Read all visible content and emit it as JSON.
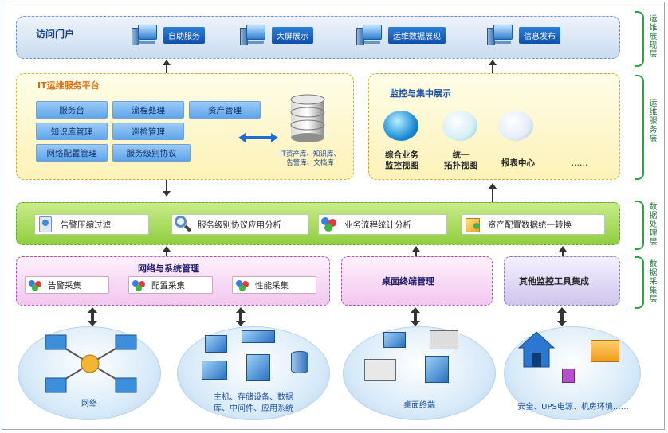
{
  "portal": {
    "title": "访问门户",
    "items": [
      "自助服务",
      "大屏展示",
      "运维数据展现",
      "信息发布"
    ]
  },
  "itsm": {
    "title": "IT运维服务平台",
    "modules": [
      "服务台",
      "流程处理",
      "资产管理",
      "知识库管理",
      "巡检管理",
      "网络配置管理",
      "服务级别协议"
    ],
    "db_caption_line1": "IT资产库、知识库、",
    "db_caption_line2": "告警库、文档库"
  },
  "monitor": {
    "title": "监控与集中展示",
    "items": [
      {
        "line1": "综合业务",
        "line2": "监控视图"
      },
      {
        "line1": "统一",
        "line2": "拓扑视图"
      },
      {
        "line1": "报表中心",
        "line2": ""
      }
    ],
    "more": "……"
  },
  "processing": {
    "items": [
      "告警压缩过滤",
      "服务级别协议应用分析",
      "业务流程统计分析",
      "资产配置数据统一转换"
    ]
  },
  "collection": {
    "network_title": "网络与系统管理",
    "network_items": [
      "告警采集",
      "配置采集",
      "性能采集"
    ],
    "desktop_title": "桌面终端管理",
    "other_title": "其他监控工具集成"
  },
  "resources": {
    "network": "网络",
    "hosts_line1": "主机、存储设备、数据",
    "hosts_line2": "库、中间件、应用系统",
    "desktop": "桌面终端",
    "infra": "安全、UPS电源、机房环境……"
  },
  "layers": [
    "运维展现层",
    "运维服务层",
    "数据处理层",
    "数据采集层"
  ],
  "colors": {
    "portal_bg": "#c9dcef",
    "platform_bg": "#fdf2b8",
    "processing_bg": "#8fcd3e",
    "collection_bg": "#f3c7ef",
    "layer_brace": "#2aa34a"
  }
}
